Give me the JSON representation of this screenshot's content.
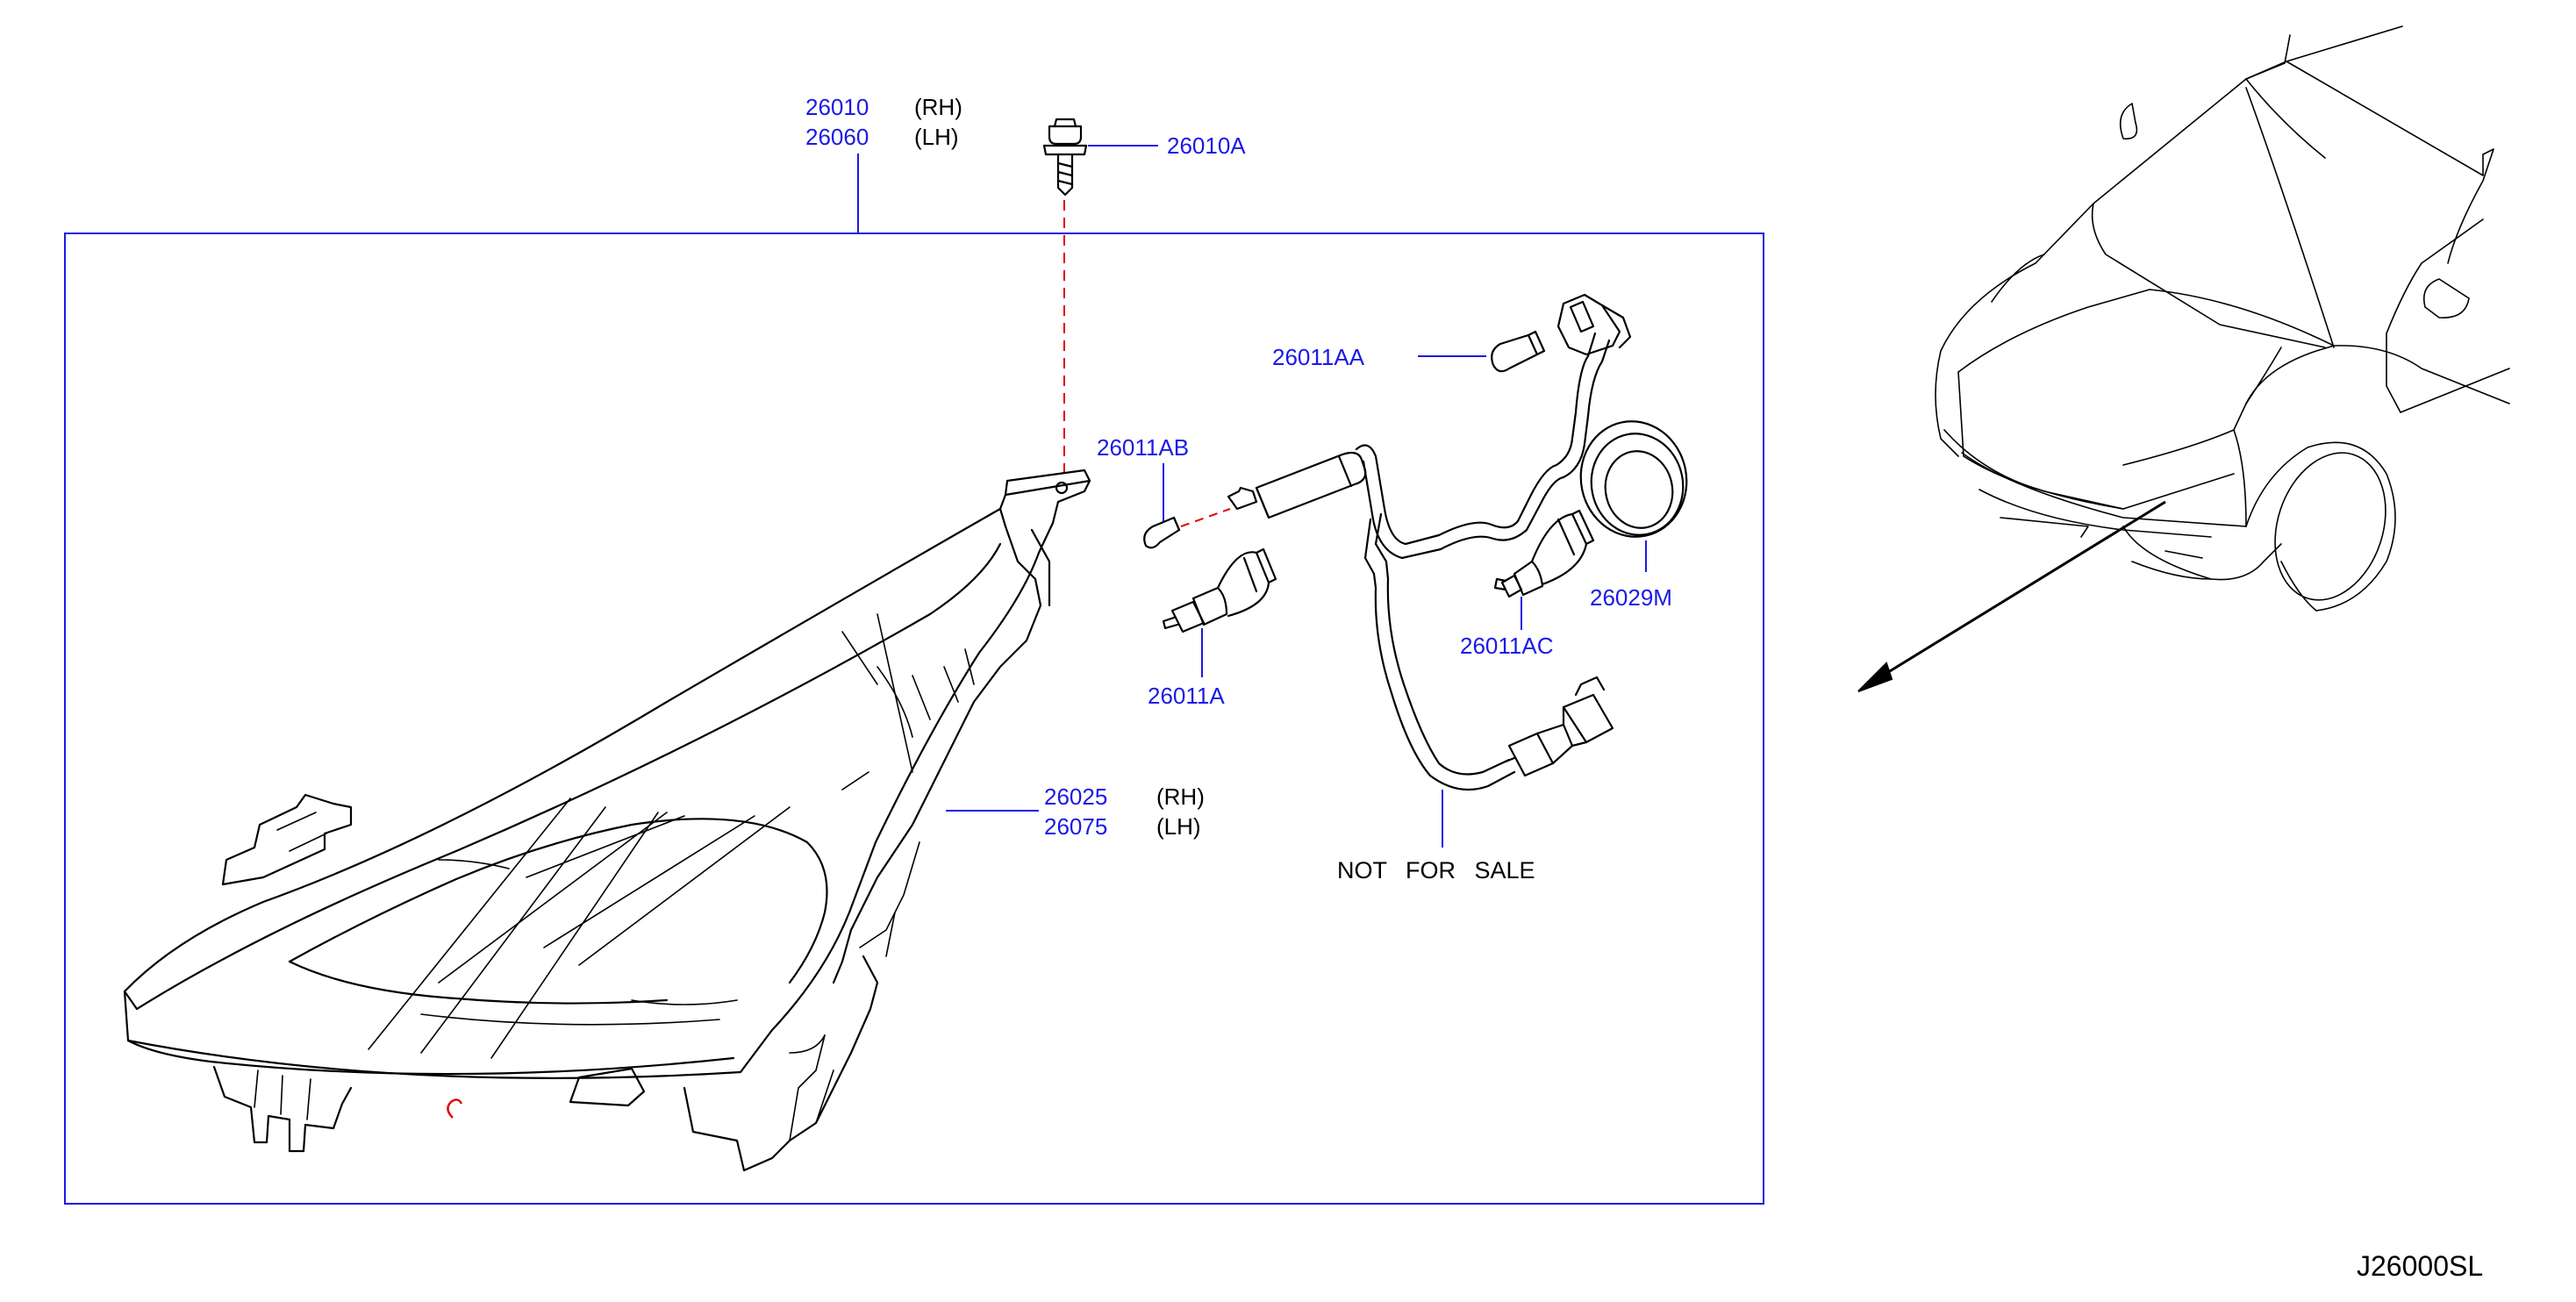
{
  "callouts": {
    "headlamp_assy": {
      "rh": "26010",
      "lh": "26060",
      "rh_side": "(RH)",
      "lh_side": "(LH)"
    },
    "screw": "26010A",
    "bulb_aa": "26011AA",
    "bulb_ab": "26011AB",
    "bulb_a": "26011A",
    "bulb_ac": "26011AC",
    "seal": "26029M",
    "housing": {
      "rh": "26025",
      "lh": "26075",
      "rh_side": "(RH)",
      "lh_side": "(LH)"
    }
  },
  "harness_note": "NOT FOR SALE",
  "diagram_ref": "J26000SL",
  "colors": {
    "callout": "#1a1ae6",
    "line": "#000000",
    "cut_mark": "#e00000"
  }
}
